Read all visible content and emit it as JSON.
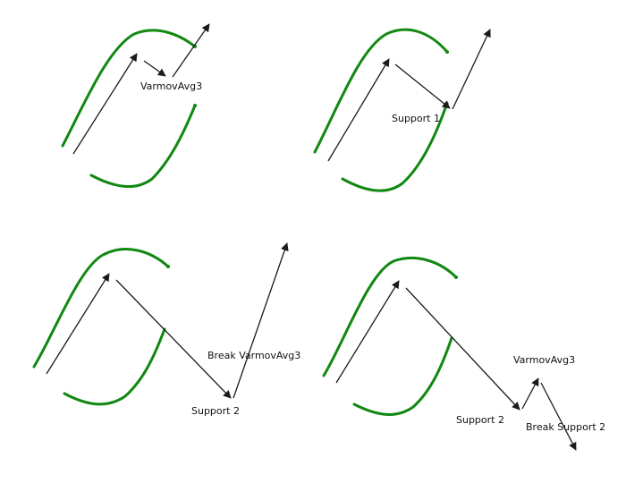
{
  "colors": {
    "curve": "#118811",
    "level": "#c01818",
    "arrow": "#1a1a1a",
    "background": "#ffffff"
  },
  "panels": [
    {
      "id": "top-left",
      "labels": [
        "VarmovAvg3"
      ]
    },
    {
      "id": "top-right",
      "labels": [
        "Support 1"
      ]
    },
    {
      "id": "bottom-left",
      "labels": [
        "Break VarmovAvg3",
        "Support 2"
      ]
    },
    {
      "id": "bottom-right",
      "labels": [
        "VarmovAvg3",
        "Support 2",
        "Break Support 2"
      ]
    }
  ]
}
